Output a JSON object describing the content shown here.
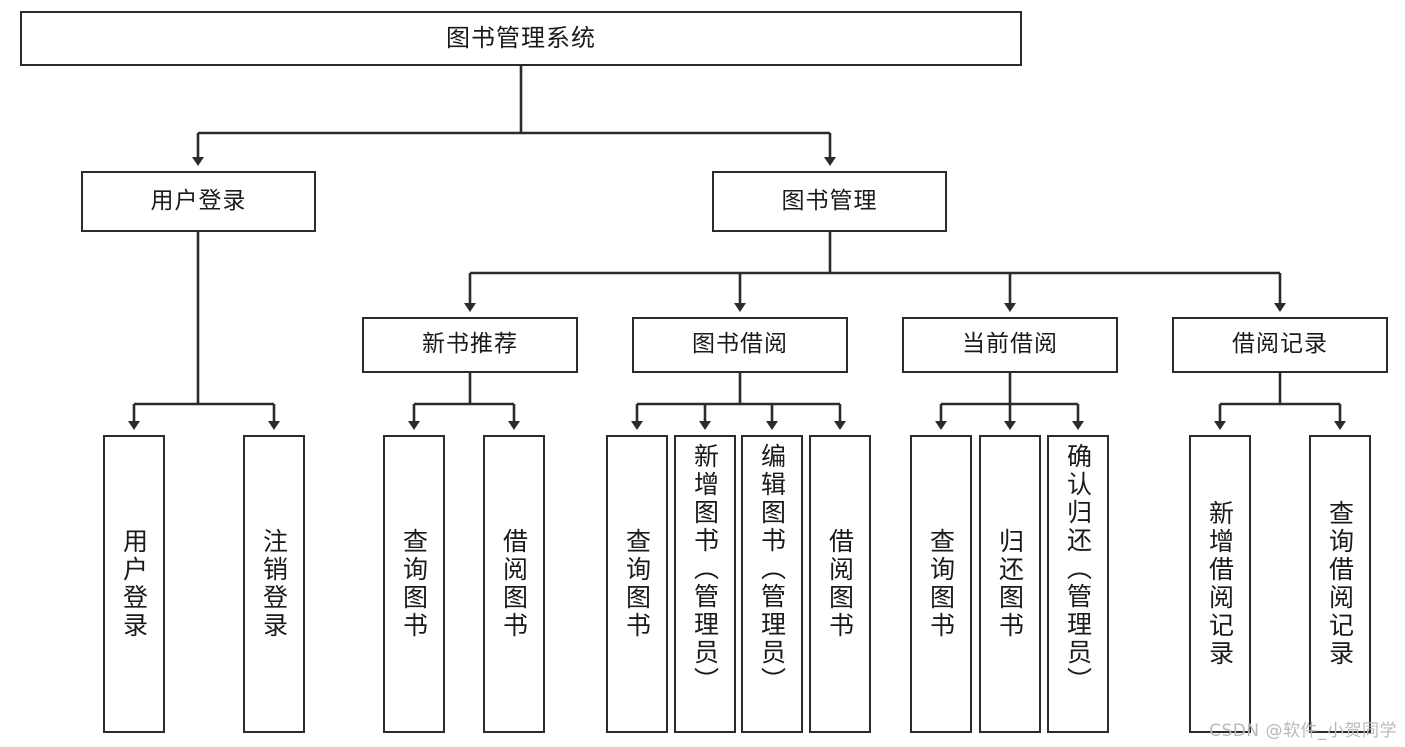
{
  "diagram": {
    "type": "tree",
    "title": "图书管理系统",
    "root": {
      "id": "root",
      "label": "图书管理系统"
    },
    "level2": [
      {
        "id": "user-login",
        "label": "用户登录"
      },
      {
        "id": "book-manage",
        "label": "图书管理"
      }
    ],
    "level3": [
      {
        "id": "new-book-recommend",
        "label": "新书推荐",
        "parent": "book-manage"
      },
      {
        "id": "book-borrow",
        "label": "图书借阅",
        "parent": "book-manage"
      },
      {
        "id": "current-borrow",
        "label": "当前借阅",
        "parent": "book-manage"
      },
      {
        "id": "borrow-record",
        "label": "借阅记录",
        "parent": "book-manage"
      }
    ],
    "leaves": [
      {
        "id": "leaf-user-login",
        "label": "用户登录",
        "parent": "user-login"
      },
      {
        "id": "leaf-user-logout",
        "label": "注销登录",
        "parent": "user-login"
      },
      {
        "id": "leaf-query-book-1",
        "label": "查询图书",
        "parent": "new-book-recommend"
      },
      {
        "id": "leaf-borrow-book-1",
        "label": "借阅图书",
        "parent": "new-book-recommend"
      },
      {
        "id": "leaf-query-book-2",
        "label": "查询图书",
        "parent": "book-borrow"
      },
      {
        "id": "leaf-add-book",
        "label": "新增图书（管理员）",
        "parent": "book-borrow"
      },
      {
        "id": "leaf-edit-book",
        "label": "编辑图书（管理员）",
        "parent": "book-borrow"
      },
      {
        "id": "leaf-borrow-book-2",
        "label": "借阅图书",
        "parent": "book-borrow"
      },
      {
        "id": "leaf-query-book-3",
        "label": "查询图书",
        "parent": "current-borrow"
      },
      {
        "id": "leaf-return-book",
        "label": "归还图书",
        "parent": "current-borrow"
      },
      {
        "id": "leaf-confirm-return",
        "label": "确认归还（管理员）",
        "parent": "current-borrow"
      },
      {
        "id": "leaf-add-record",
        "label": "新增借阅记录",
        "parent": "borrow-record"
      },
      {
        "id": "leaf-query-record",
        "label": "查询借阅记录",
        "parent": "borrow-record"
      }
    ],
    "colors": {
      "box_border": "#2b2b2b",
      "box_fill": "#ffffff",
      "edge": "#2b2b2b",
      "text": "#1a1a1a",
      "watermark": "#b9b9b9",
      "background": "#ffffff"
    }
  },
  "watermark": {
    "text": "CSDN @软件_小贺同学"
  }
}
